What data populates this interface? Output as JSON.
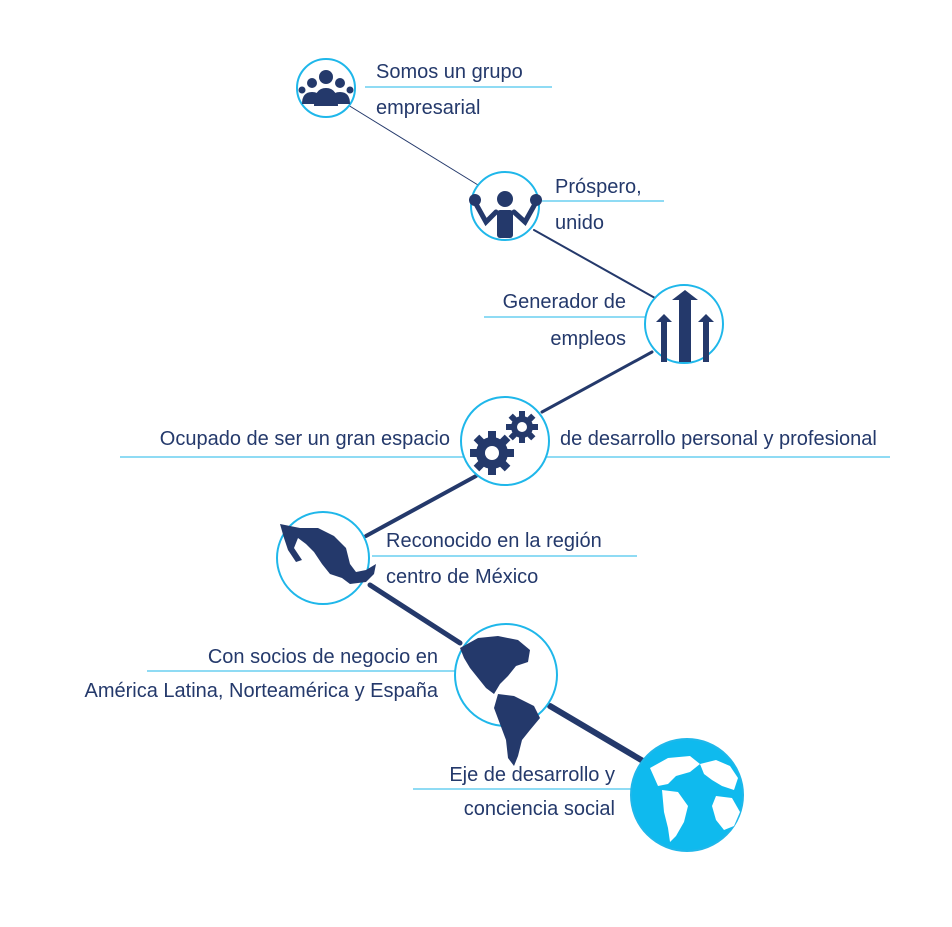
{
  "colors": {
    "navy": "#24396b",
    "cyan": "#1fb7ea",
    "globe_fill": "#0fbaee",
    "background": "#ffffff"
  },
  "milestones": [
    {
      "icon": "group-people-icon",
      "line1": "Somos un grupo",
      "line2": "empresarial"
    },
    {
      "icon": "raised-hands-people-icon",
      "line1": "Próspero,",
      "line2": "unido"
    },
    {
      "icon": "growth-arrows-icon",
      "line1": "Generador de",
      "line2": "empleos"
    },
    {
      "icon": "gears-icon",
      "left_text": "Ocupado de ser un gran espacio",
      "right_text": "de desarrollo personal y profesional"
    },
    {
      "icon": "mexico-map-icon",
      "line1": "Reconocido en la región",
      "line2": "centro de México"
    },
    {
      "icon": "americas-map-icon",
      "line1": "Con socios de negocio en",
      "line2": "América Latina, Norteamérica y España"
    },
    {
      "icon": "globe-icon",
      "line1": "Eje de desarrollo y",
      "line2": "conciencia social"
    }
  ]
}
